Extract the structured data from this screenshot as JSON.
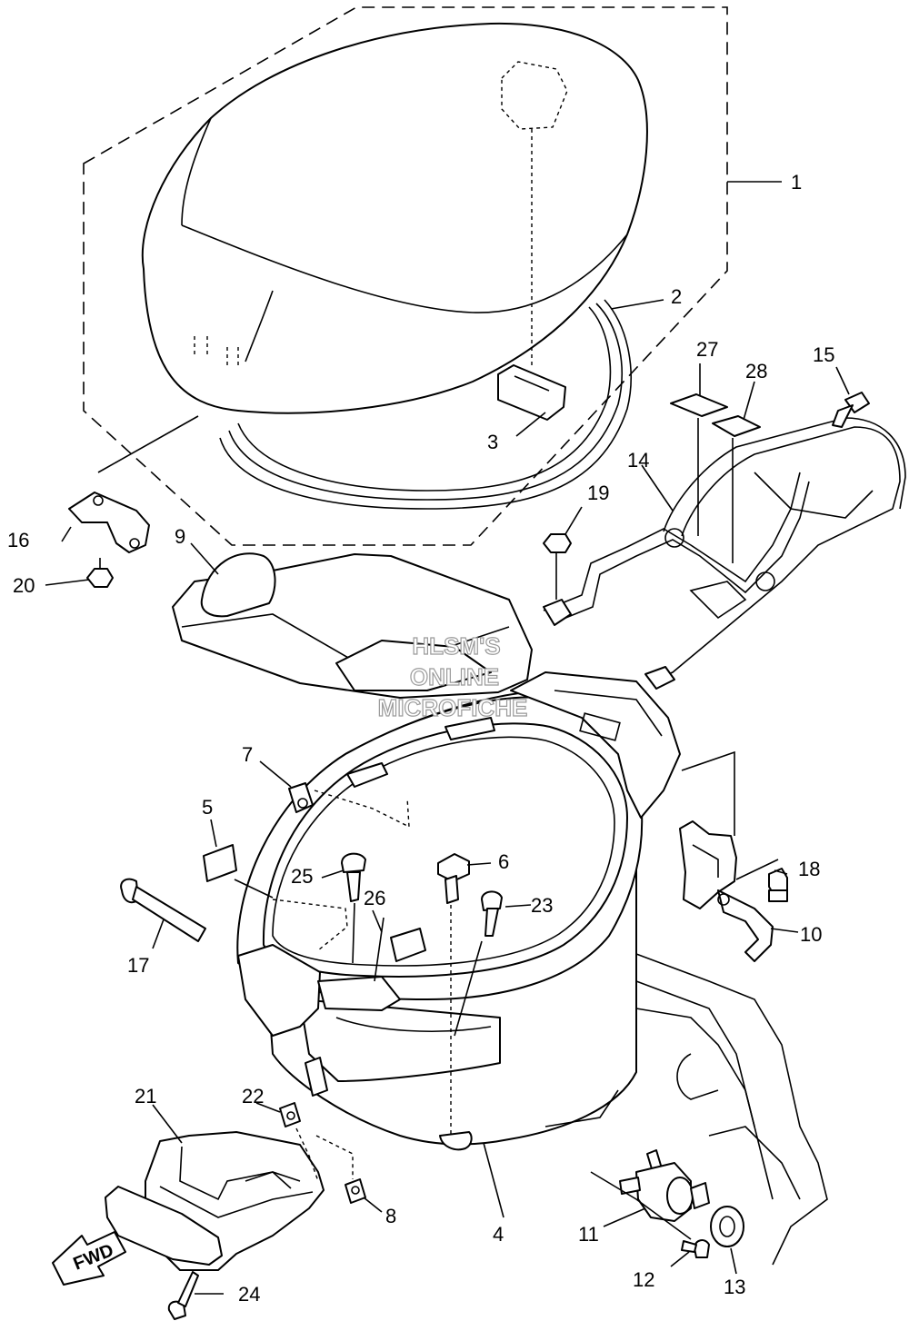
{
  "watermark": {
    "line1": "HLSM'S",
    "line2": "ONLINE",
    "line3": "MICROFICHE"
  },
  "direction_arrow": "FWD",
  "callouts": {
    "c1": "1",
    "c2": "2",
    "c3": "3",
    "c4": "4",
    "c5": "5",
    "c6": "6",
    "c7": "7",
    "c8": "8",
    "c9": "9",
    "c10": "10",
    "c11": "11",
    "c12": "12",
    "c13": "13",
    "c14": "14",
    "c15": "15",
    "c16": "16",
    "c17": "17",
    "c18": "18",
    "c19": "19",
    "c20": "20",
    "c21": "21",
    "c22": "22",
    "c23": "23",
    "c24": "24",
    "c25": "25",
    "c26": "26",
    "c27": "27",
    "c28": "28"
  }
}
